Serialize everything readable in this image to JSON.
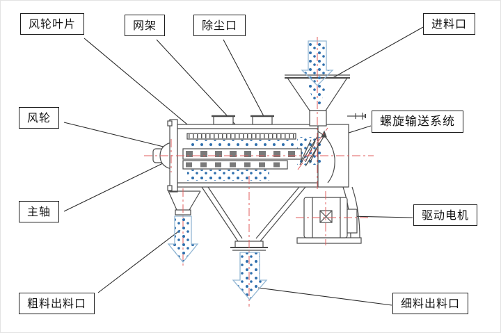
{
  "diagram": {
    "type": "technical-schematic",
    "subject": "airflow-sieving-machine-cross-section",
    "labels": {
      "wind_wheel_blade": "风轮叶片",
      "mesh_frame": "网架",
      "dust_port": "除尘口",
      "feed_inlet": "进料口",
      "wind_wheel": "风轮",
      "screw_conveyor": "螺旋输送系统",
      "main_shaft": "主轴",
      "drive_motor": "驱动电机",
      "coarse_outlet": "粗料出料口",
      "fine_outlet": "细料出料口"
    },
    "colors": {
      "line": "#4a4a4a",
      "label_border": "#1c1c1c",
      "particle_blue": "#2f6fad",
      "arrow_outline": "#93b7d4",
      "centerline_red": "#e05c5c",
      "background": "#ffffff"
    }
  }
}
